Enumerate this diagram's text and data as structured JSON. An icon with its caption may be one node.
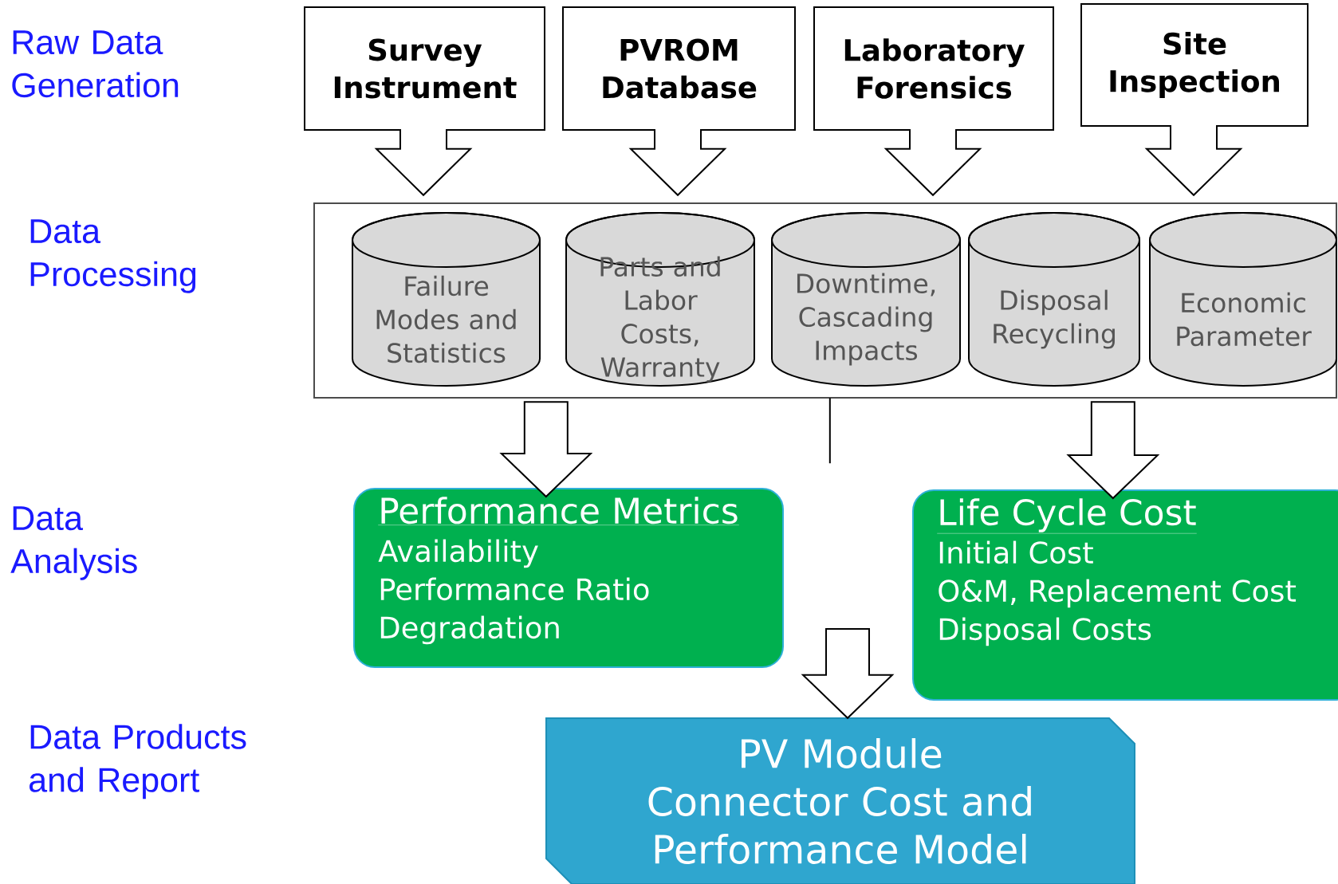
{
  "diagram": {
    "nodes": [
      {
        "text": [
          "Survey Instrument"
        ]
      },
      {
        "text": [
          "PVROM Database"
        ]
      },
      {
        "text": [
          "Laboratory Forensics"
        ]
      },
      {
        "text": [
          "Site Inspection"
        ]
      },
      {
        "text": [],
        "shape": "box"
      },
      {
        "text": [
          "Failure Modes and Statistics"
        ],
        "in": 4
      },
      {
        "text": [
          "Parts and Labor Costs, Warranty"
        ],
        "in": 4
      },
      {
        "text": [
          "Downtime, Cascading Impacts"
        ],
        "in": 4
      },
      {
        "text": [
          "Disposal Recycling"
        ],
        "in": 4
      },
      {
        "text": [
          "Economic Parameter"
        ],
        "in": 4
      },
      {
        "text": [
          "Performance Metrics",
          "Availability",
          "Performance Ratio",
          "Degradation"
        ]
      },
      {
        "text": [
          "Life Cycle Cost",
          "Initial Cost",
          "O&M, Replacement Cost",
          "Disposal Costs"
        ]
      },
      {
        "text": [
          "PV Module Connector Cost and Performance Model"
        ]
      }
    ],
    "edges": [
      {
        "from": 0,
        "to": 4,
        "arrow": "to"
      },
      {
        "from": 1,
        "to": 4,
        "arrow": "to"
      },
      {
        "from": 2,
        "to": 4,
        "arrow": "to"
      },
      {
        "from": 3,
        "to": 4,
        "arrow": "to"
      },
      {
        "from": 4,
        "to": 10,
        "arrow": "to"
      },
      {
        "from": 4,
        "to": 11,
        "arrow": "to"
      },
      {
        "from": 4,
        "to": null,
        "arrow": "none"
      },
      {
        "from": null,
        "to": 12,
        "arrow": "to"
      }
    ],
    "labels": [
      "Raw Data Generation",
      "Data Processing",
      "Data Analysis",
      "Data Products and Report"
    ]
  }
}
